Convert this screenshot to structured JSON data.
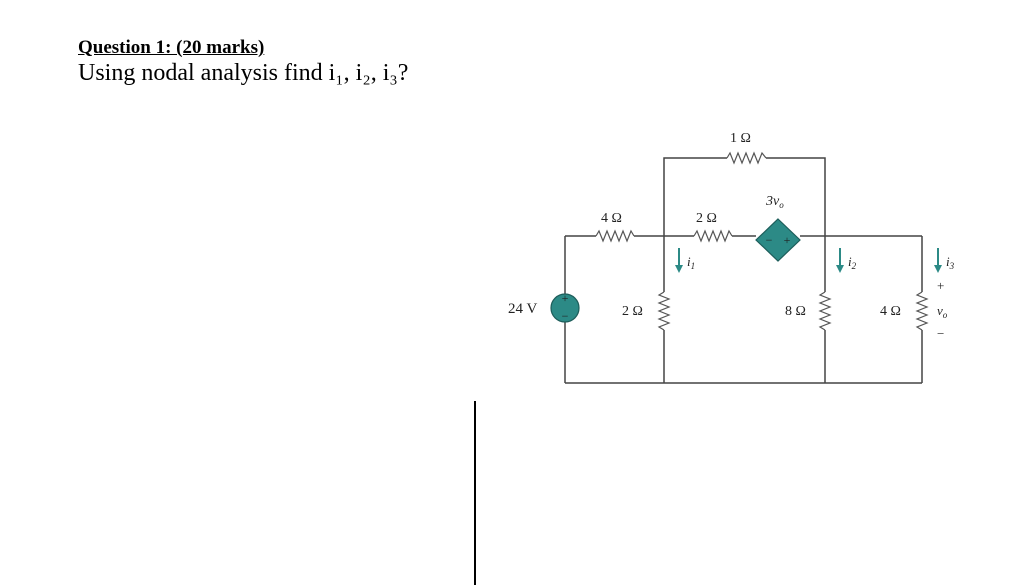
{
  "question": {
    "title": "Question 1: (20 marks)",
    "prompt": "Using nodal analysis find i₁, i₂, i₃?"
  },
  "circuit": {
    "source": {
      "label": "24 V",
      "plus": "+",
      "minus": "−"
    },
    "resistors": {
      "r_top": "1 Ω",
      "r_left_series": "4 Ω",
      "r_mid_series": "2 Ω",
      "r_shunt_left": "2 Ω",
      "r_shunt_mid": "8 Ω",
      "r_shunt_right": "4 Ω"
    },
    "dependent_source": {
      "label": "3v",
      "subscript": "o",
      "minus": "−",
      "plus": "+"
    },
    "currents": {
      "i1": "i",
      "i1_sub": "1",
      "i2": "i",
      "i2_sub": "2",
      "i3": "i",
      "i3_sub": "3"
    },
    "vo": {
      "label": "v",
      "subscript": "o",
      "plus": "+",
      "minus": "−"
    },
    "colors": {
      "accent": "#2c8a86",
      "wire": "#444444"
    }
  }
}
